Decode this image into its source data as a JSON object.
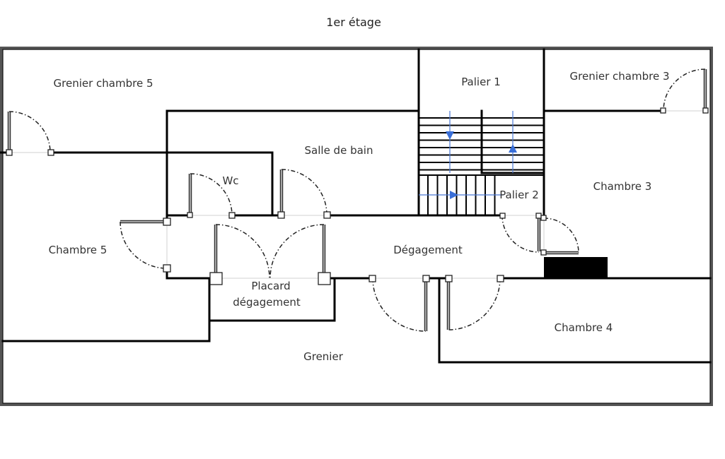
{
  "title": "1er étage",
  "colors": {
    "wall": "#000000",
    "outer_wall": "#555555",
    "stair_arrow": "#3a6fd8",
    "label": "#333333",
    "chimney": "#000000"
  },
  "rooms": [
    {
      "id": "grenier-chambre-5",
      "label": "Grenier chambre 5"
    },
    {
      "id": "palier-1",
      "label": "Palier 1"
    },
    {
      "id": "grenier-chambre-3",
      "label": "Grenier chambre 3"
    },
    {
      "id": "salle-de-bain",
      "label": "Salle de bain"
    },
    {
      "id": "wc",
      "label": "Wc"
    },
    {
      "id": "chambre-3",
      "label": "Chambre 3"
    },
    {
      "id": "palier-2",
      "label": "Palier 2"
    },
    {
      "id": "chambre-5",
      "label": "Chambre 5"
    },
    {
      "id": "degagement",
      "label": "Dégagement"
    },
    {
      "id": "placard-degagement",
      "label_line1": "Placard",
      "label_line2": "dégagement"
    },
    {
      "id": "chambre-4",
      "label": "Chambre 4"
    },
    {
      "id": "grenier",
      "label": "Grenier"
    }
  ],
  "stairs": {
    "flights": [
      {
        "direction": "down"
      },
      {
        "direction": "up"
      },
      {
        "direction": "right"
      }
    ]
  }
}
